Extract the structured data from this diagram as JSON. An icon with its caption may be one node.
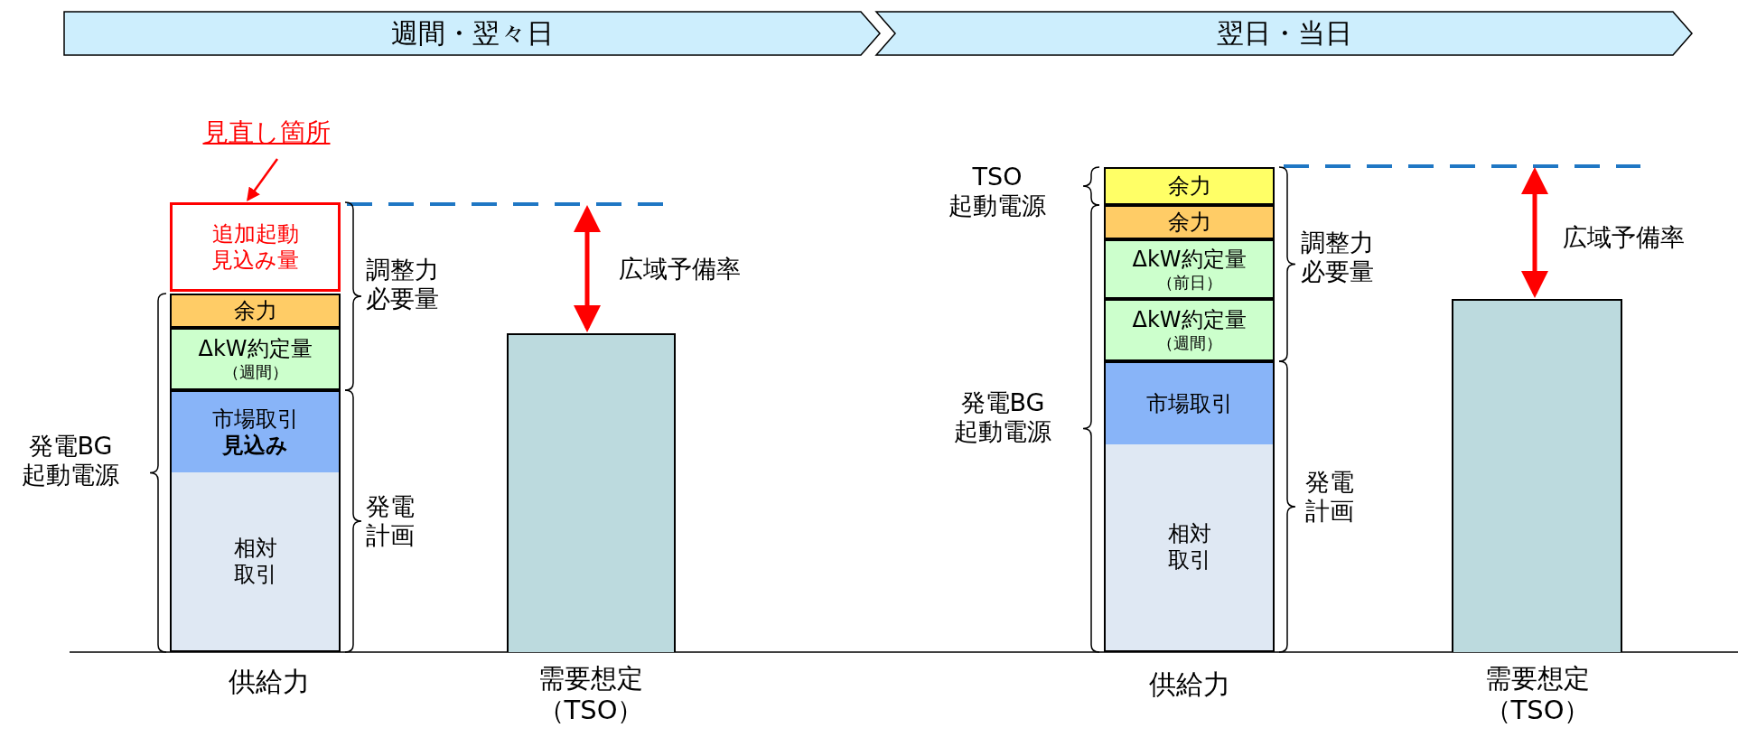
{
  "diagram": {
    "nodes": [
      {
        "text": [
          "週間・翌々日"
        ]
      },
      {
        "text": [
          "翌日・当日"
        ]
      },
      {
        "text": [
          "見直し箇所"
        ]
      },
      {
        "text": [
          "追加起動見込み量"
        ]
      },
      {
        "text": [
          "余力"
        ]
      },
      {
        "text": [
          "ΔkW約定量",
          "（週間）"
        ]
      },
      {
        "text": [
          "市場取引**見込み**"
        ]
      },
      {
        "text": [
          "相対取引"
        ]
      },
      {
        "text": [],
        "shape": "bar",
        "beside": [
          "需要想定（TSO）"
        ]
      },
      {
        "text": [
          "余力"
        ]
      },
      {
        "text": [
          "余力"
        ]
      },
      {
        "text": [
          "ΔkW約定量",
          "（前日）"
        ]
      },
      {
        "text": [
          "ΔkW約定量",
          "（週間）"
        ]
      },
      {
        "text": [
          "市場取引"
        ]
      },
      {
        "text": [
          "相対取引"
        ]
      },
      {
        "text": [],
        "shape": "bar",
        "beside": [
          "需要想定（TSO）"
        ]
      }
    ],
    "edges": [
      {
        "from": 2,
        "to": 3,
        "arrow": "to",
        "color": "#ff0000"
      }
    ],
    "labels": [
      "発電BG 起動電源",
      "調整力必要量",
      "広域予備率",
      "発電計画",
      "供給力",
      "TSO 起動電源",
      "調整力必要量",
      "広域予備率",
      "発電BG 起動電源",
      "発電計画",
      "供給力"
    ]
  }
}
